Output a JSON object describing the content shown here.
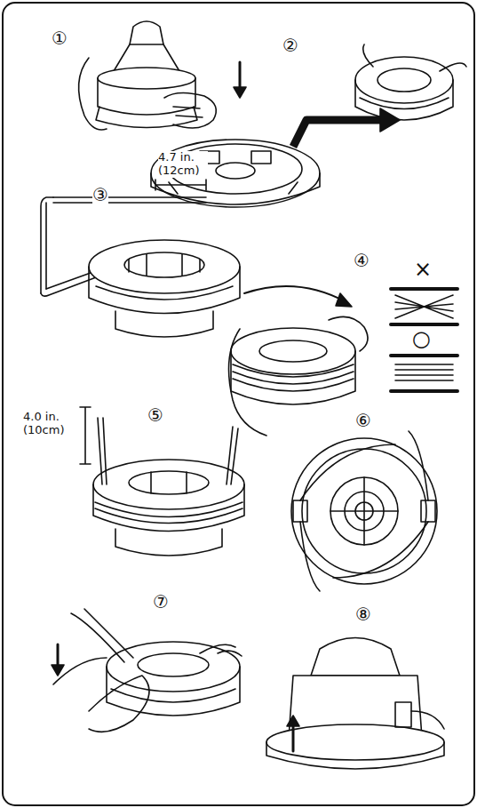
{
  "diagram": {
    "labels": [
      "①",
      "②",
      "③",
      "4.7 in. (12cm)",
      "④",
      "×",
      "○",
      "⑤",
      "4.0 in. (10cm)",
      "⑥",
      "⑦",
      "⑧"
    ]
  }
}
